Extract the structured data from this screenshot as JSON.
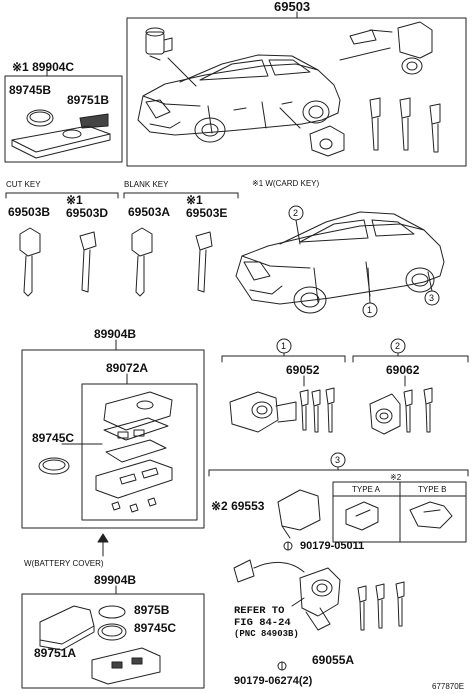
{
  "parts": {
    "top_assembly": "69503",
    "card_key_group": "※1 89904C",
    "card_battery": "89745B",
    "card_label": "89751B",
    "cut_key_section": "CUT KEY",
    "blank_key_section": "BLANK KEY",
    "cut_key": "69503B",
    "cut_key_card": "※1\n69503D",
    "blank_key": "69503A",
    "blank_key_card": "※1\n69503E",
    "card_key_note": "※1 W(CARD KEY)",
    "callout_1": "1",
    "callout_2": "2",
    "callout_3": "3",
    "transmitter_assy": "89904B",
    "transmitter_case": "89072A",
    "transmitter_battery": "89745C",
    "door_lock_cylinder": "69052",
    "trunk_lock_cylinder": "69062",
    "type_note": "※2",
    "type_a": "TYPE A",
    "type_b": "TYPE B",
    "ignition_cover": "※2 69553",
    "screw_1": "90179-05011",
    "battery_cover_note": "W(BATTERY COVER)",
    "transmitter_assy_2": "89904B",
    "cover_part": "8975B",
    "battery_2": "89745C",
    "cover_label": "89751A",
    "refer_line1": "REFER TO",
    "refer_line2": "FIG 84-24",
    "refer_line3": "(PNC 84903B)",
    "ignition_cylinder": "69055A",
    "screw_2": "90179-06274(2)",
    "figure_id": "677870E"
  }
}
